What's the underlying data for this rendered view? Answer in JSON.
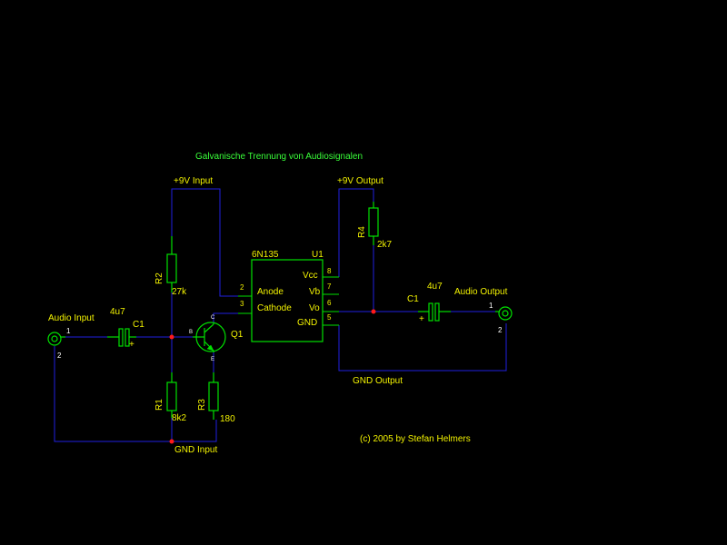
{
  "title": "Galvanische Trennung von Audiosignalen",
  "copyright": "(c) 2005 by Stefan Helmers",
  "nets": {
    "vin": "+9V Input",
    "vout": "+9V Output",
    "gnd_in": "GND Input",
    "gnd_out": "GND Output"
  },
  "input_connector": {
    "name": "Audio Input",
    "pin1": "1",
    "pin2": "2"
  },
  "output_connector": {
    "name": "Audio Output",
    "pin1": "1",
    "pin2": "2"
  },
  "capacitor_in": {
    "ref": "C1",
    "value": "4u7",
    "polarity": "+"
  },
  "capacitor_out": {
    "ref": "C1",
    "value": "4u7",
    "polarity": "+"
  },
  "r1": {
    "ref": "R1",
    "value": "8k2"
  },
  "r2": {
    "ref": "R2",
    "value": "27k"
  },
  "r3": {
    "ref": "R3",
    "value": "180"
  },
  "r4": {
    "ref": "R4",
    "value": "2k7"
  },
  "transistor": {
    "ref": "Q1",
    "base": "B",
    "collector": "C",
    "emitter": "E"
  },
  "ic": {
    "ref": "U1",
    "part": "6N135",
    "pins": {
      "anode": {
        "name": "Anode",
        "number": "2"
      },
      "cathode": {
        "name": "Cathode",
        "number": "3"
      },
      "vcc": {
        "name": "Vcc",
        "number": "8"
      },
      "vb": {
        "name": "Vb",
        "number": "7"
      },
      "vo": {
        "name": "Vo",
        "number": "6"
      },
      "gnd": {
        "name": "GND",
        "number": "5"
      }
    }
  },
  "colors": {
    "background": "#000000",
    "wire": "#2020e0",
    "component": "#00e000",
    "label": "#f2f200",
    "title": "#39ff39",
    "junction": "#ff1a1a",
    "pin_marker": "#ffffff"
  }
}
